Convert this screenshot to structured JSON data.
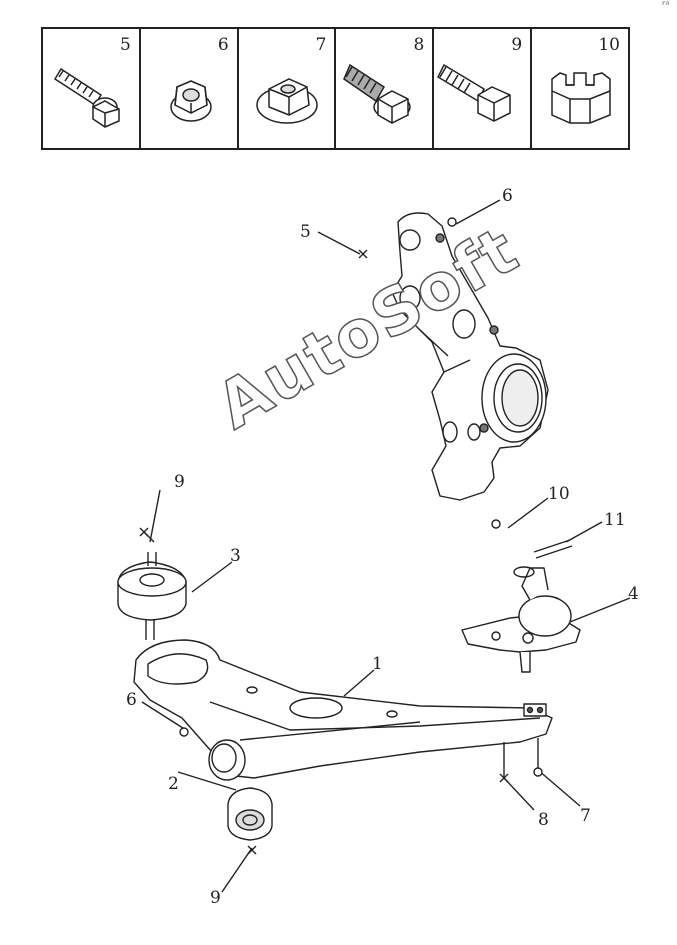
{
  "legend": {
    "cells": [
      {
        "number": "5",
        "icon": "flange-bolt-long-icon"
      },
      {
        "number": "6",
        "icon": "flange-nut-icon"
      },
      {
        "number": "7",
        "icon": "washer-nut-icon"
      },
      {
        "number": "8",
        "icon": "washer-bolt-icon"
      },
      {
        "number": "9",
        "icon": "hex-bolt-icon"
      },
      {
        "number": "10",
        "icon": "castle-nut-icon"
      }
    ]
  },
  "callouts": {
    "c1": "1",
    "c2": "2",
    "c3": "3",
    "c4": "4",
    "c5": "5",
    "c6_top": "6",
    "c6_left": "6",
    "c7": "7",
    "c8": "8",
    "c9_top": "9",
    "c9_bottom": "9",
    "c10": "10",
    "c11": "11"
  },
  "watermark": "AutoSoft",
  "corner_mark": "ʳᵃ"
}
